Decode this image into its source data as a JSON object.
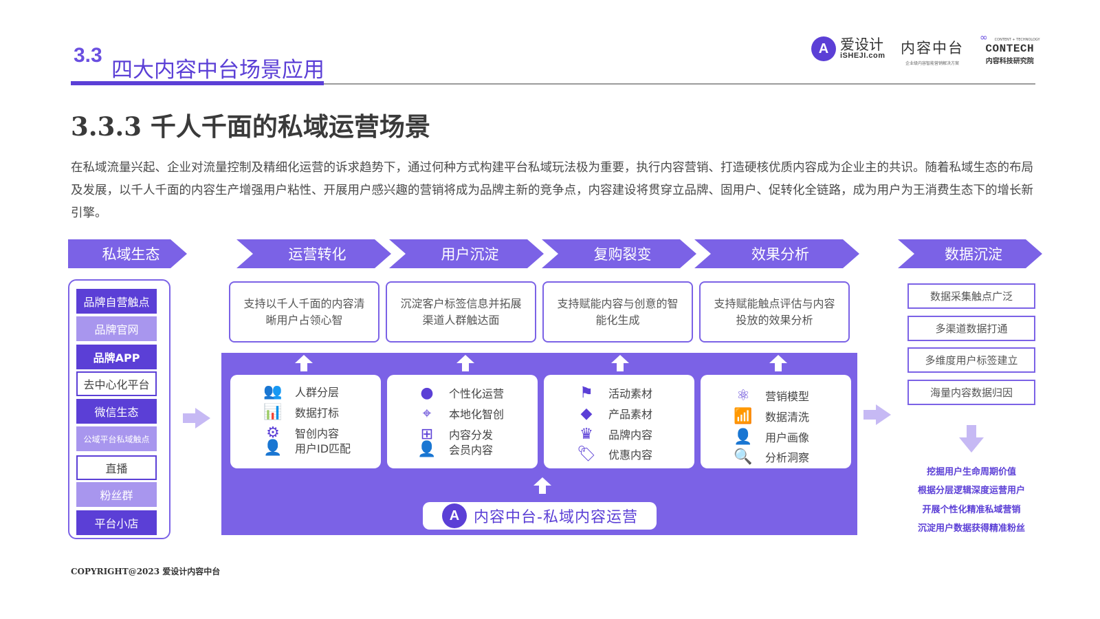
{
  "header": {
    "section_number": "3.3",
    "section_title": "四大内容中台场景应用",
    "subsection_title": "3.3.3 千人千面的私域运营场景"
  },
  "logos": {
    "logo1_mark": "A",
    "logo1_cn": "爱设计",
    "logo1_en": "iSHEJI.com",
    "logo2_cn": "内容中台",
    "logo2_sub": "企业级内容智能营销解决方案",
    "logo3_top": "CONTENT + TECHNOLOGY",
    "logo3_main": "CONTECH",
    "logo3_cn": "内容科技研究院"
  },
  "intro": "在私域流量兴起、企业对流量控制及精细化运营的诉求趋势下，通过何种方式构建平台私域玩法极为重要，执行内容营销、打造硬核优质内容成为企业主的共识。随着私域生态的布局及发展，以千人千面的内容生产增强用户粘性、开展用户感兴趣的营销将成为品牌主新的竞争点，内容建设将贯穿立品牌、固用户、促转化全链路，成为用户为王消费生态下的增长新引擎。",
  "stages": {
    "left": "私域生态",
    "s1": "运营转化",
    "s2": "用户沉淀",
    "s3": "复购裂变",
    "s4": "效果分析",
    "right": "数据沉淀"
  },
  "ecosystem": [
    "品牌自营触点",
    "品牌官网",
    "品牌APP",
    "去中心化平台",
    "微信生态",
    "公域平台私域触点",
    "直播",
    "粉丝群",
    "平台小店"
  ],
  "top_boxes": [
    "支持以千人千面的内容清晰用户占领心智",
    "沉淀客户标签信息并拓展渠道人群触达面",
    "支持赋能内容与创意的智能化生成",
    "支持赋能触点评估与内容投放的效果分析"
  ],
  "cards": [
    {
      "items": [
        "人群分层",
        "数据打标",
        "智创内容",
        "用户ID匹配"
      ]
    },
    {
      "items": [
        "个性化运营",
        "本地化智创",
        "内容分发",
        "会员内容"
      ]
    },
    {
      "items": [
        "活动素材",
        "产品素材",
        "品牌内容",
        "优惠内容"
      ]
    },
    {
      "items": [
        "营销模型",
        "数据清洗",
        "用户画像",
        "分析洞察"
      ]
    }
  ],
  "center_pill": "内容中台-私域内容运营",
  "data_boxes": [
    "数据采集触点广泛",
    "多渠道数据打通",
    "多维度用户标签建立",
    "海量内容数据归因"
  ],
  "outcomes": [
    "挖掘用户生命周期价值",
    "根据分层逻辑深度运营用户",
    "开展个性化精准私域营销",
    "沉淀用户数据获得精准粉丝"
  ],
  "copyright": "COPYRIGHT@2023  爱设计内容中台",
  "colors": {
    "accent": "#5b3fd6",
    "chevron": "#7b62e6",
    "light": "#a896ee",
    "arrow": "#c6b9f4"
  }
}
